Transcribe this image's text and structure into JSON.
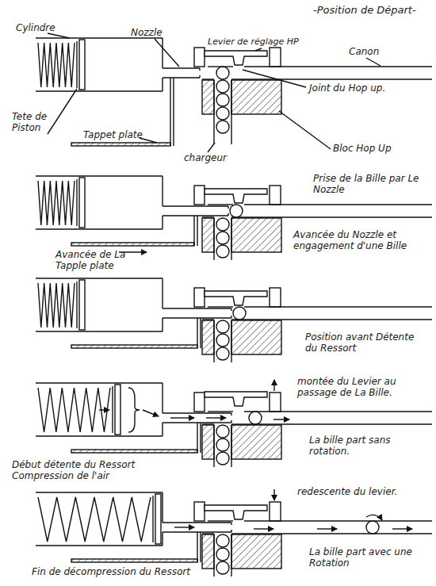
{
  "diagram": {
    "title": "-Position de Départ-",
    "labels": [
      "Cylindre",
      "Nozzle",
      "Levier de réglage HP",
      "Canon",
      "Joint du Hop up.",
      "Tete de Piston",
      "Tappet plate",
      "Bloc Hop Up",
      "chargeur",
      "Prise de la Bille par Le Nozzle",
      "Avancée du Nozzle et engagement d'une Bille",
      "Avancée de La Tapple plate",
      "Position avant Détente du Ressort",
      "montée du Levier au passage de La Bille.",
      "La bille part sans rotation.",
      "Début détente du Ressort Compression de l'air",
      "redescente du levier.",
      "La bille part avec une Rotation",
      "Fin de décompression du Ressort"
    ]
  }
}
